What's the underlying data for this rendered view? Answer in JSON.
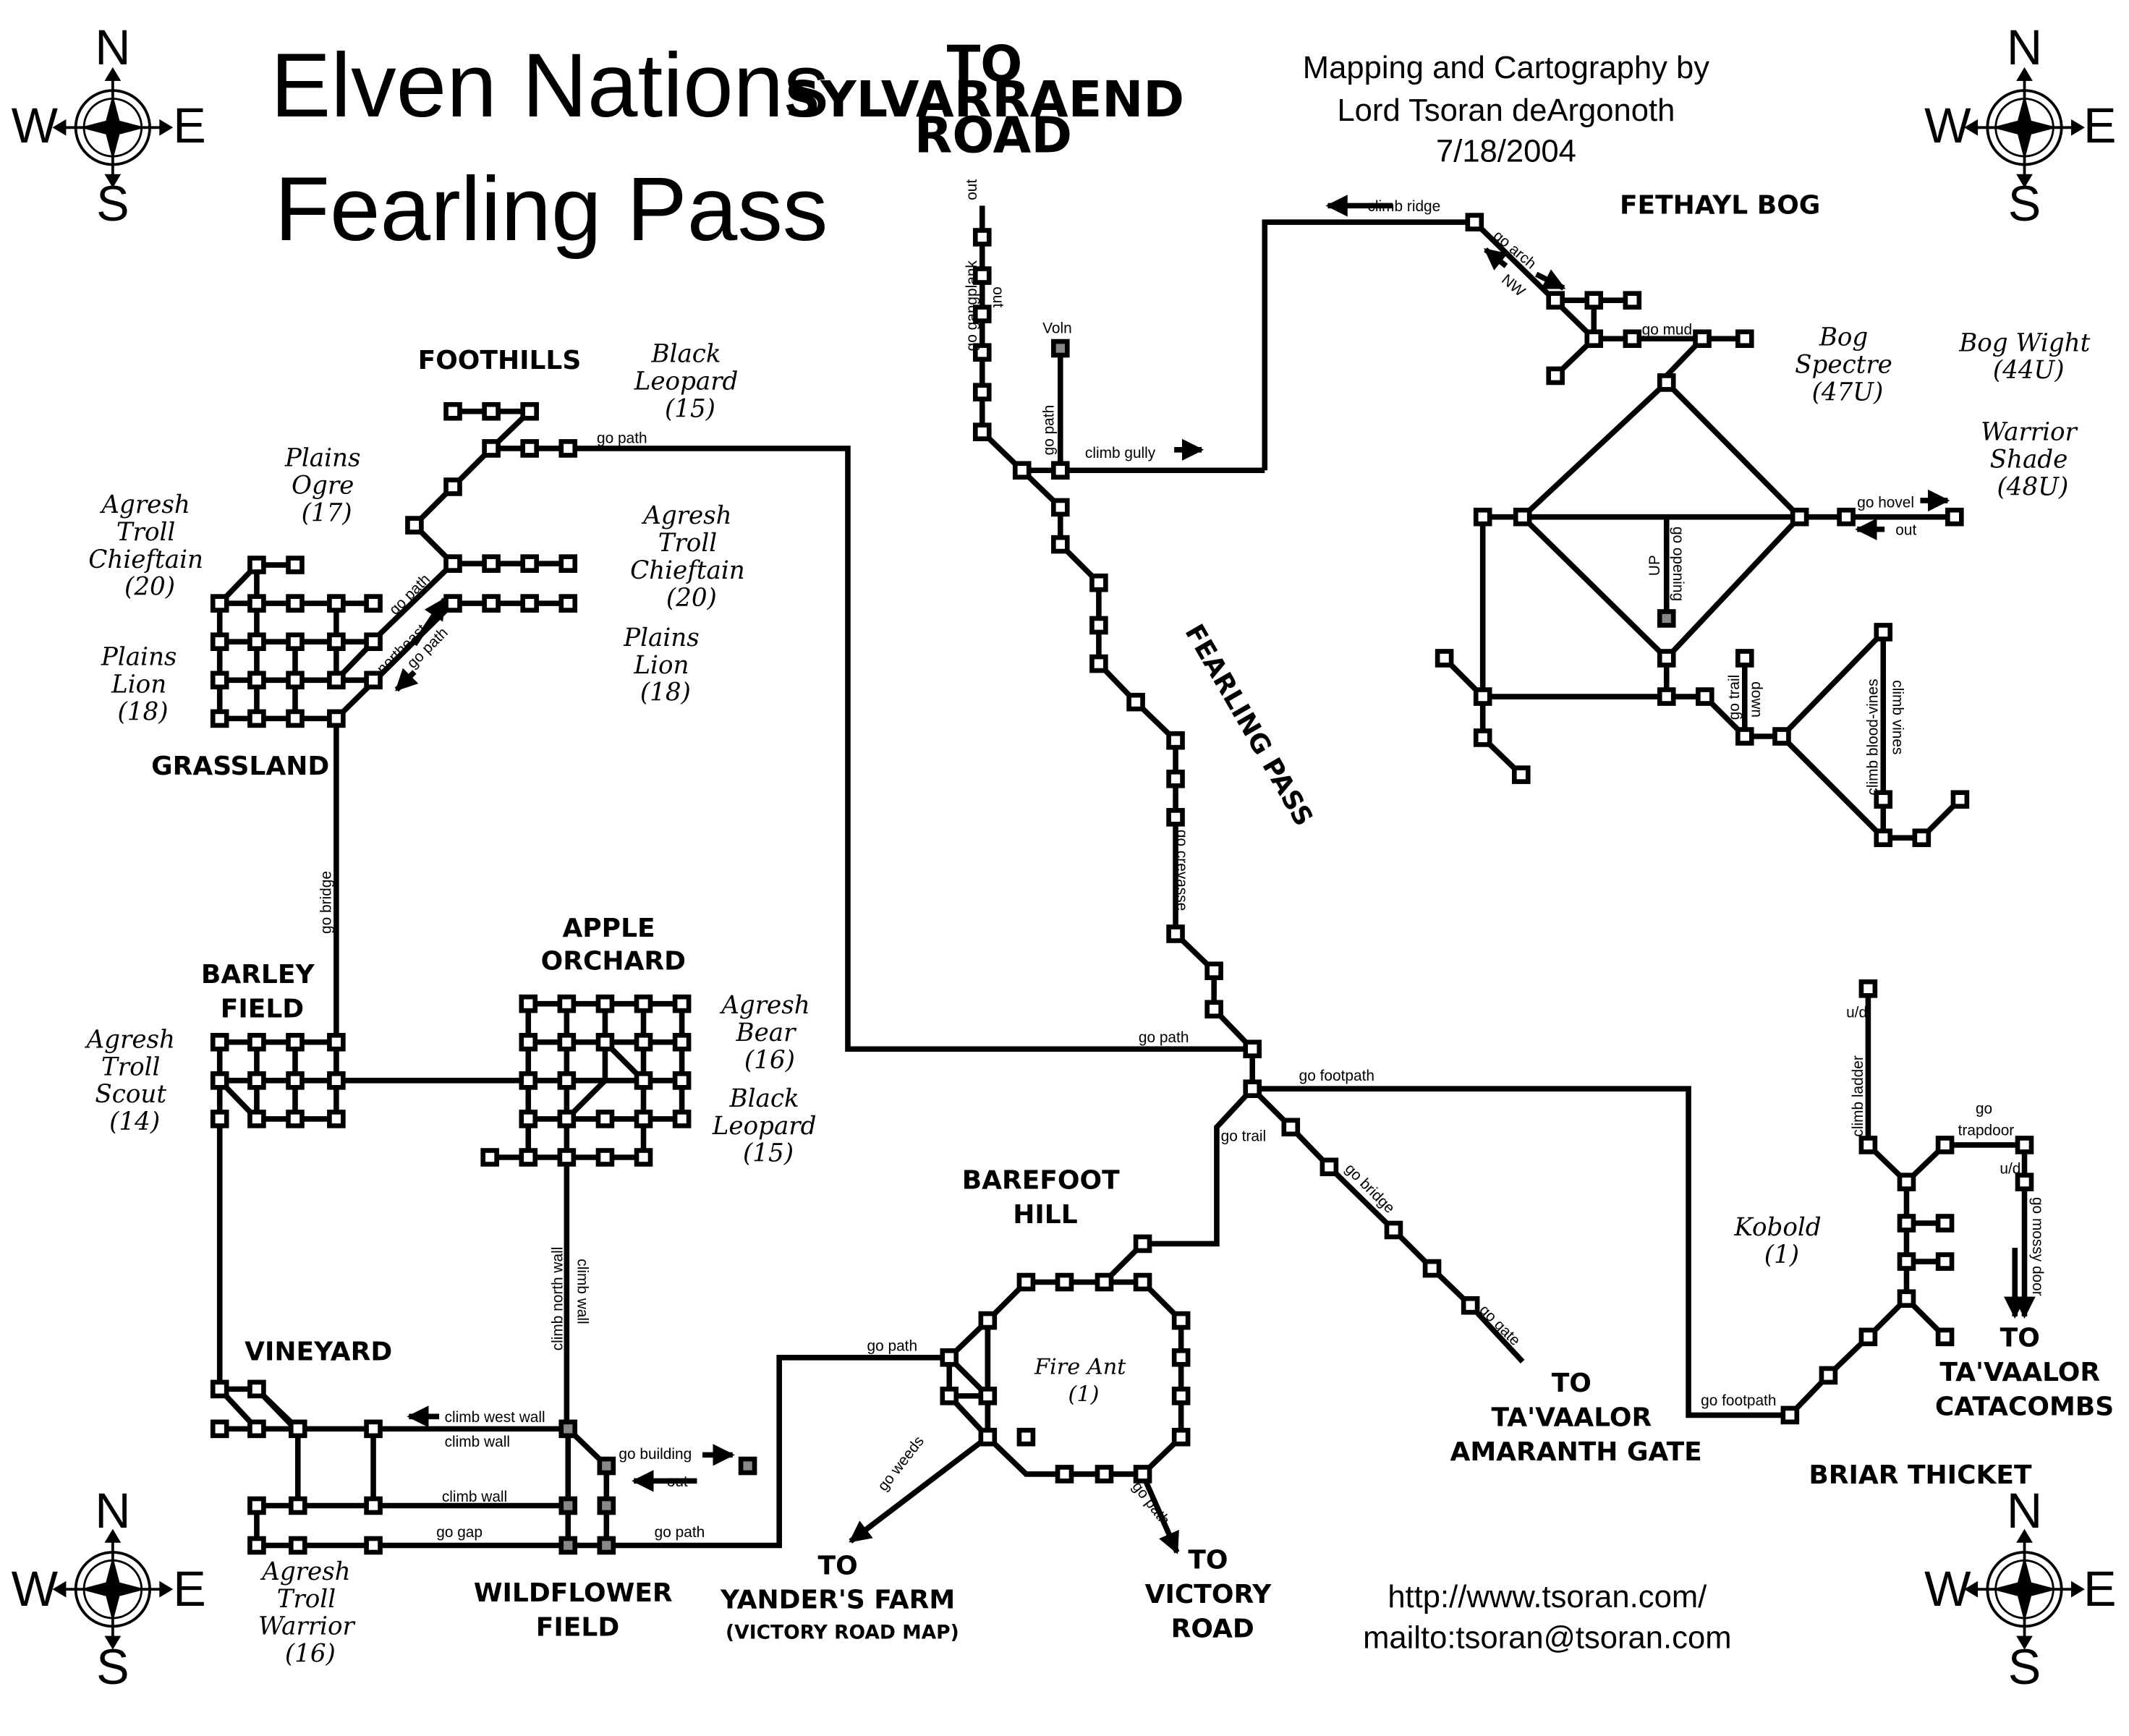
{
  "title": {
    "line1": "Elven Nations",
    "line2": "Fearling Pass"
  },
  "credits": {
    "line1": "Mapping and Cartography by",
    "line2": "Lord Tsoran deArgonoth",
    "line3": "7/18/2004",
    "url": "http://www.tsoran.com/",
    "mail": "mailto:tsoran@tsoran.com"
  },
  "compass": {
    "n": "N",
    "s": "S",
    "e": "E",
    "w": "W"
  },
  "areas": {
    "sylvarraend": [
      "TO",
      "SYLVARRAEND",
      "ROAD"
    ],
    "foothills": [
      "FOOTHILLS"
    ],
    "fethayl": [
      "FETHAYL BOG"
    ],
    "grassland": [
      "GRASSLAND"
    ],
    "fearling": [
      "FEARLING PASS"
    ],
    "apple": [
      "APPLE",
      "ORCHARD"
    ],
    "barley": [
      "BARLEY",
      "FIELD"
    ],
    "barefoot": [
      "BAREFOOT",
      "HILL"
    ],
    "vineyard": [
      "VINEYARD"
    ],
    "amaranth": [
      "TO",
      "TA'VAALOR",
      "AMARANTH GATE"
    ],
    "catacombs": [
      "TO",
      "TA'VAALOR",
      "CATACOMBS"
    ],
    "briar": [
      "BRIAR THICKET"
    ],
    "wildflower": [
      "WILDFLOWER",
      "FIELD"
    ],
    "yander": [
      "TO",
      "YANDER'S FARM",
      "(VICTORY ROAD MAP)"
    ],
    "victory": [
      "TO",
      "VICTORY",
      "ROAD"
    ]
  },
  "mobs": {
    "black_leopard_top": [
      "Black",
      "Leopard",
      "(15)"
    ],
    "plains_ogre": [
      "Plains",
      "Ogre",
      "(17)"
    ],
    "troll_chieftain_left": [
      "Agresh",
      "Troll",
      "Chieftain",
      "(20)"
    ],
    "troll_chieftain_mid": [
      "Agresh",
      "Troll",
      "Chieftain",
      "(20)"
    ],
    "plains_lion_left": [
      "Plains",
      "Lion",
      "(18)"
    ],
    "plains_lion_mid": [
      "Plains",
      "Lion",
      "(18)"
    ],
    "bog_spectre": [
      "Bog",
      "Spectre",
      "(47U)"
    ],
    "bog_wight": [
      "Bog Wight",
      "(44U)"
    ],
    "warrior_shade": [
      "Warrior",
      "Shade",
      "(48U)"
    ],
    "troll_scout": [
      "Agresh",
      "Troll",
      "Scout",
      "(14)"
    ],
    "agresh_bear": [
      "Agresh",
      "Bear",
      "(16)"
    ],
    "black_leopard_bottom": [
      "Black",
      "Leopard",
      "(15)"
    ],
    "kobold": [
      "Kobold",
      "(1)"
    ],
    "fire_ant": [
      "Fire Ant",
      "(1)"
    ],
    "troll_warrior": [
      "Agresh",
      "Troll",
      "Warrior",
      "(16)"
    ]
  },
  "commands": {
    "climb_ridge": "climb ridge",
    "go_arch": "go arch",
    "nw": "NW",
    "go_mud": "go mud",
    "voln": "Voln",
    "go_path_voln": "go path",
    "climb_gully": "climb gully",
    "out1": "out",
    "go_gangplank": "go gangplank",
    "out2": "out",
    "go_path_foothills": "go path",
    "go_path_diag1": "go path",
    "northeast": "northeast",
    "go_path_diag2": "go path",
    "go_bridge_grass": "go bridge",
    "go_hovel": "go hovel",
    "out_hovel": "out",
    "up": "UP",
    "go_opening": "go opening",
    "go_trail_bog": "go trail",
    "down": "down",
    "climb_blood_vines": "climb blood-vines",
    "climb_vines": "climb vines",
    "go_crevasse": "go crevasse",
    "go_path_pass": "go path",
    "go_footpath1": "go footpath",
    "go_trail_hill": "go trail",
    "go_bridge_se": "go bridge",
    "go_gate": "go gate",
    "ud1": "u/d",
    "climb_ladder": "climb ladder",
    "go_trapdoor": [
      "go",
      "trapdoor"
    ],
    "ud2": "u/d",
    "go_mossy_door": "go mossy door",
    "go_footpath2": "go footpath",
    "climb_north_wall": "climb north wall",
    "climb_wall_v": "climb wall",
    "climb_west_wall": "climb west wall",
    "climb_wall_h": "climb wall",
    "go_building": "go building",
    "out_building": "out",
    "climb_wall_bottom": "climb wall",
    "go_gap": "go gap",
    "go_path_wild": "go path",
    "go_path_hill": "go path",
    "go_weeds": "go weeds",
    "go_path_victory": "go path"
  }
}
